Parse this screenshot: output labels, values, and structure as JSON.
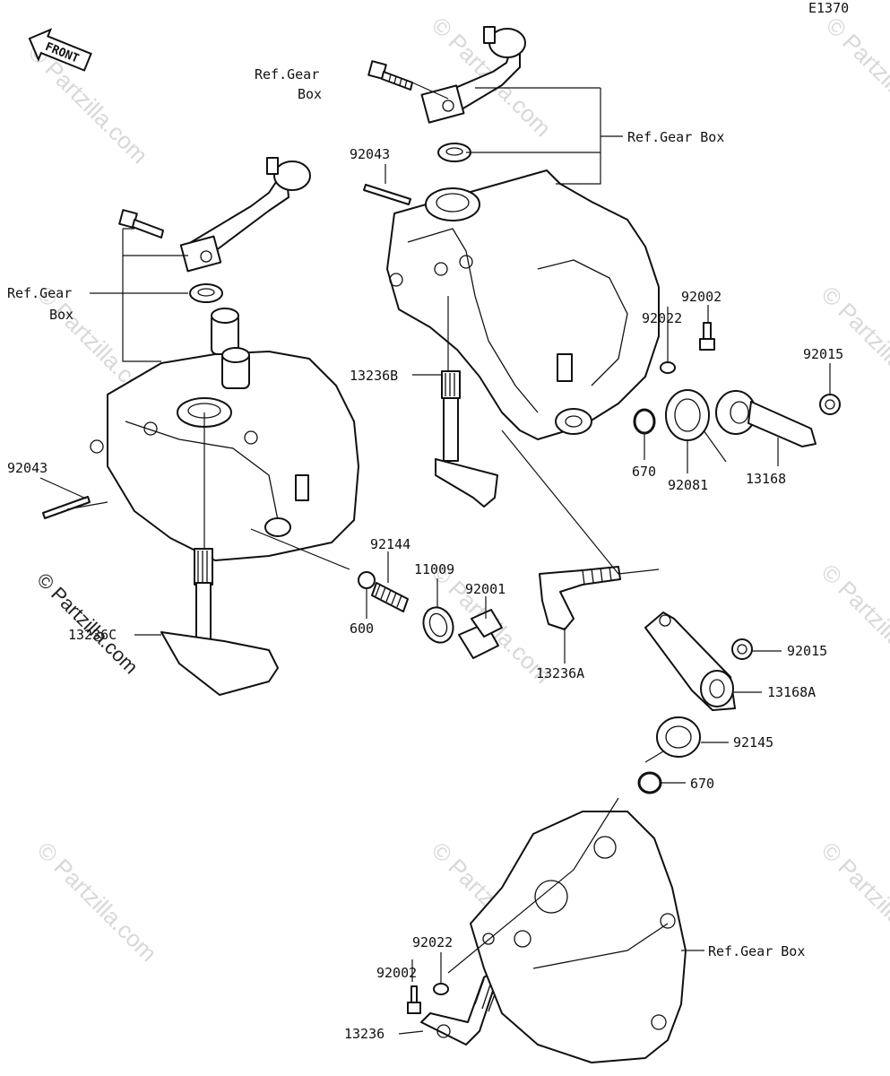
{
  "code": "E1370",
  "front_label": "FRONT",
  "watermark": "© Partzilla.com",
  "callouts": {
    "ref_gear_box_top_1": "Ref.Gear",
    "ref_gear_box_top_2": "Box",
    "ref_gear_box_right": "Ref.Gear Box",
    "ref_gear_box_left_1": "Ref.Gear",
    "ref_gear_box_left_2": "Box",
    "ref_gear_box_bottom": "Ref.Gear Box"
  },
  "parts": {
    "p92043_top": "92043",
    "p92043_left": "92043",
    "p13236b": "13236B",
    "p13236c": "13236C",
    "p13236a": "13236A",
    "p13236": "13236",
    "p92002_top": "92002",
    "p92022_top": "92022",
    "p92015_top": "92015",
    "p670_top": "670",
    "p92081": "92081",
    "p13168": "13168",
    "p92144": "92144",
    "p11009": "11009",
    "p92001": "92001",
    "p600": "600",
    "p92015_mid": "92015",
    "p13168a": "13168A",
    "p92145": "92145",
    "p670_mid": "670",
    "p92022_bot": "92022",
    "p92002_bot": "92002"
  }
}
